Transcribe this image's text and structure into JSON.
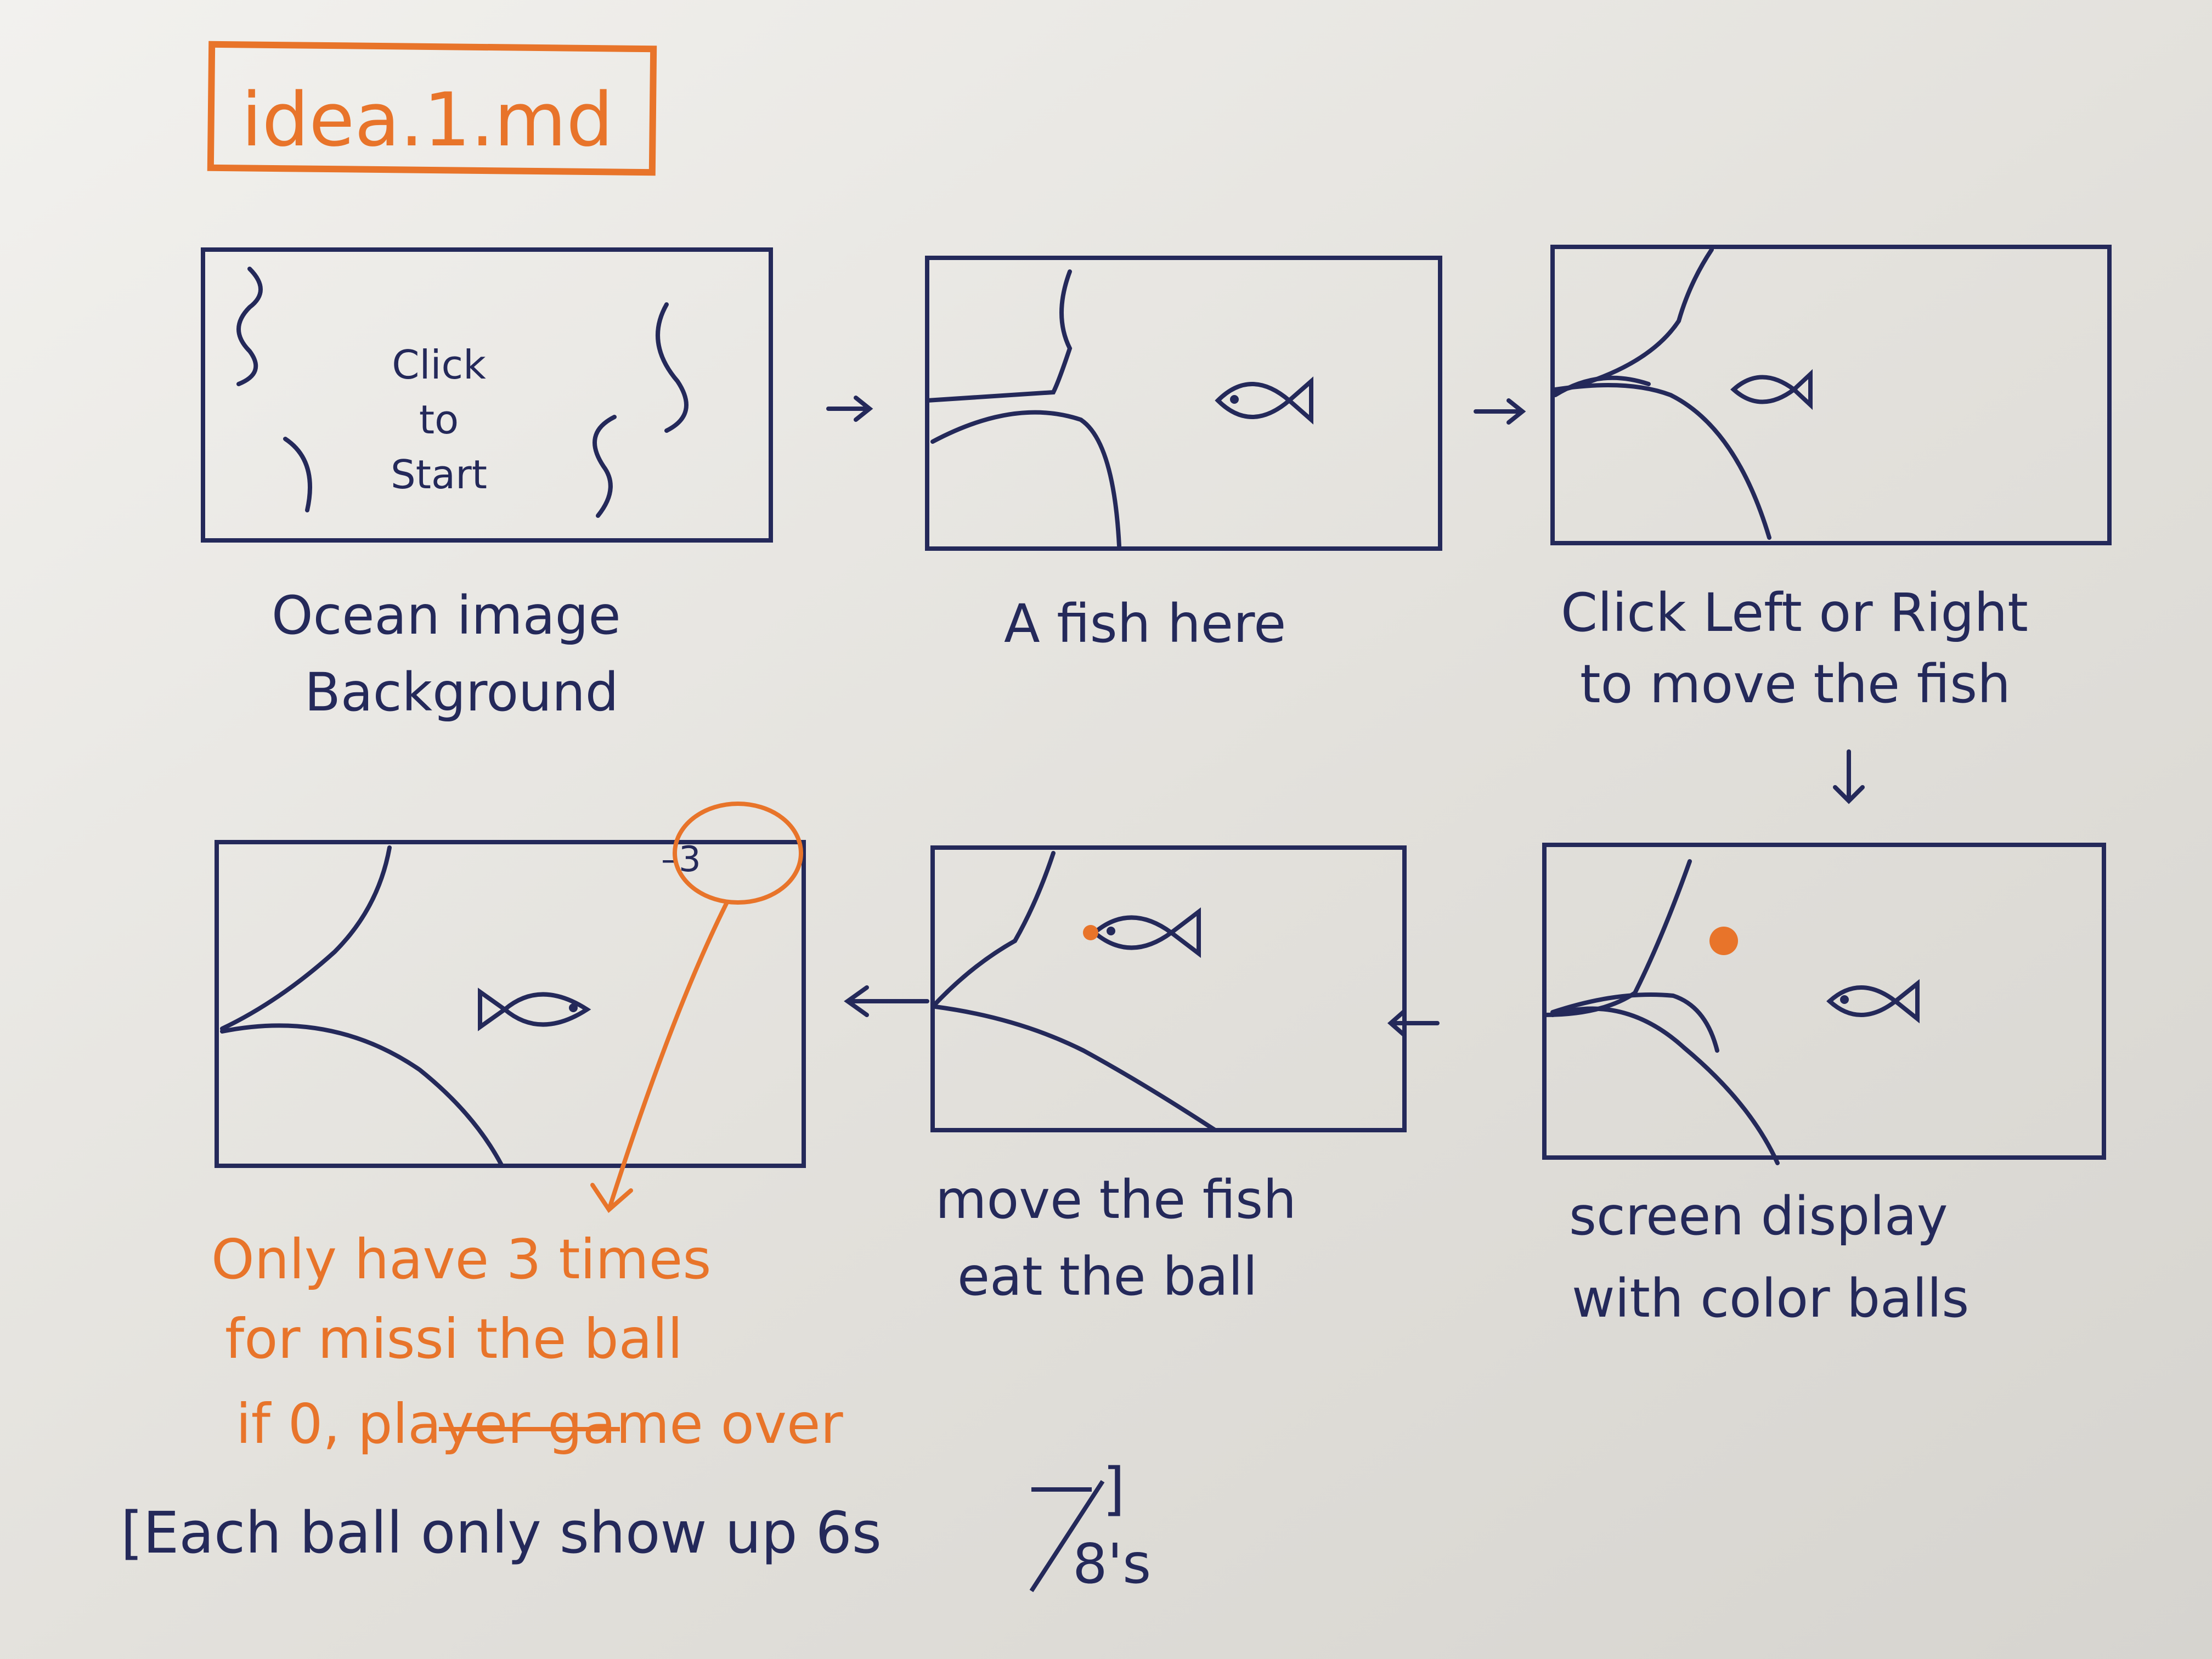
{
  "title": "idea.1.md",
  "panels": [
    {
      "id": "start",
      "screen_text": "Click to Start",
      "screen_lines": [
        "Click",
        "to",
        "Start"
      ],
      "caption": [
        "Ocean image",
        "Background"
      ]
    },
    {
      "id": "fish",
      "caption": [
        "A fish here"
      ]
    },
    {
      "id": "move",
      "caption": [
        "Click Left or Right",
        "to move the fish"
      ]
    },
    {
      "id": "balls",
      "caption": [
        "screen display",
        "with color balls"
      ]
    },
    {
      "id": "eat",
      "caption": [
        "move the fish",
        "eat the ball"
      ]
    },
    {
      "id": "lives",
      "hud_text": "–3"
    }
  ],
  "notes": {
    "rule": [
      "Only have 3 times",
      "for missi the ball",
      "if 0, player game over"
    ],
    "struck_word": "player",
    "timing_prefix": "[Each ball only show up 6s",
    "timing_struck": "6s",
    "timing_alt": "8's",
    "timing_suffix": "]"
  },
  "colors": {
    "paper": "#e8e6e1",
    "ink": "#24295a",
    "orange": "#e8742a",
    "ball": "#e8742a"
  }
}
